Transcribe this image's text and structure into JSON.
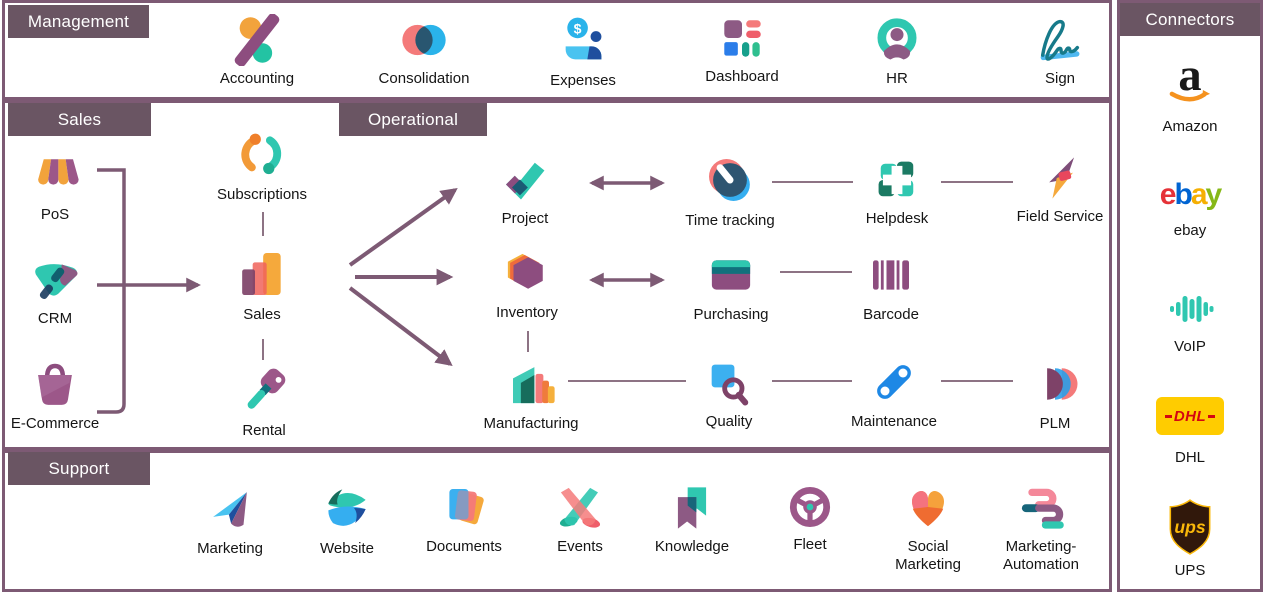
{
  "sections": {
    "management": {
      "header": "Management",
      "apps": {
        "accounting": "Accounting",
        "consolidation": "Consolidation",
        "expenses": "Expenses",
        "dashboard": "Dashboard",
        "hr": "HR",
        "sign": "Sign"
      }
    },
    "sales": {
      "header": "Sales",
      "apps": {
        "pos": "PoS",
        "crm": "CRM",
        "ecommerce": "E-Commerce",
        "subscriptions": "Subscriptions",
        "sales": "Sales",
        "rental": "Rental"
      }
    },
    "operational": {
      "header": "Operational",
      "apps": {
        "project": "Project",
        "timetracking": "Time tracking",
        "helpdesk": "Helpdesk",
        "fieldservice": "Field Service",
        "inventory": "Inventory",
        "purchasing": "Purchasing",
        "barcode": "Barcode",
        "manufacturing": "Manufacturing",
        "quality": "Quality",
        "maintenance": "Maintenance",
        "plm": "PLM"
      }
    },
    "support": {
      "header": "Support",
      "apps": {
        "marketing": "Marketing",
        "website": "Website",
        "documents": "Documents",
        "events": "Events",
        "knowledge": "Knowledge",
        "fleet": "Fleet",
        "social_marketing": "Social Marketing",
        "marketing_automation": "Marketing-Automation"
      }
    },
    "connectors": {
      "header": "Connectors",
      "items": {
        "amazon": "Amazon",
        "ebay": "ebay",
        "voip": "VoIP",
        "dhl": "DHL",
        "ups": "UPS"
      }
    }
  },
  "logos": {
    "amazon_letter": "a",
    "ebay": [
      "e",
      "b",
      "a",
      "y"
    ],
    "dhl": "DHL",
    "ups": "ups"
  },
  "glyphs": {
    "dollar": "$"
  },
  "colors": {
    "section_header_bg": "#6a5563",
    "section_border": "#7d5a74",
    "arrow": "#7d5a74",
    "thin_line": "#8d7384"
  }
}
